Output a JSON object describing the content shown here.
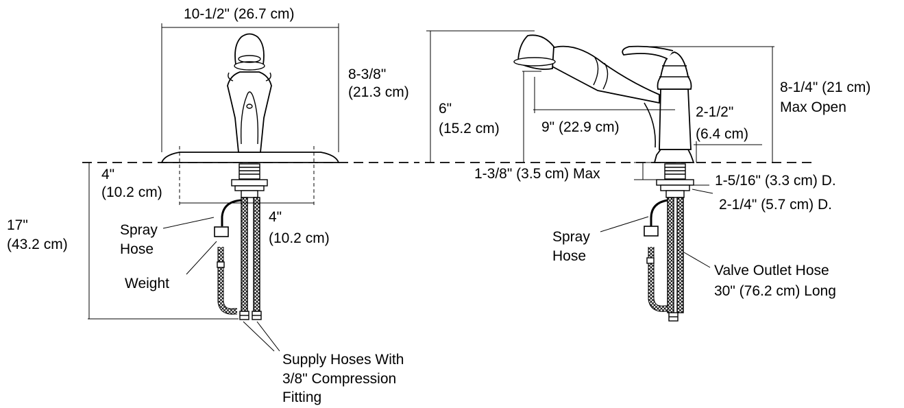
{
  "front_view": {
    "width_dim": "10-1/2\" (26.7 cm)",
    "height_dim_line1": "8-3/8\"",
    "height_dim_line2": "(21.3 cm)",
    "left_hole_dim_line1": "4\"",
    "left_hole_dim_line2": "(10.2 cm)",
    "center_hole_dim_line1": "4\"",
    "center_hole_dim_line2": "(10.2 cm)",
    "below_deck_dim_line1": "17\"",
    "below_deck_dim_line2": "(43.2 cm)",
    "spray_hose_line1": "Spray",
    "spray_hose_line2": "Hose",
    "weight_label": "Weight",
    "supply_line1": "Supply Hoses With",
    "supply_line2": "3/8\" Compression",
    "supply_line3": "Fitting"
  },
  "side_view": {
    "spout_height_line1": "6\"",
    "spout_height_line2": "(15.2 cm)",
    "reach_dim": "9\" (22.9 cm)",
    "base_height_line1": "2-1/2\"",
    "base_height_line2": "(6.4 cm)",
    "max_open_line1": "8-1/4\" (21 cm)",
    "max_open_line2": "Max Open",
    "deck_thickness": "1-3/8\" (3.5 cm) Max",
    "shank_diameter": "1-5/16\" (3.3 cm) D.",
    "base_diameter": "2-1/4\" (5.7 cm) D.",
    "spray_hose_line1": "Spray",
    "spray_hose_line2": "Hose",
    "outlet_hose_line1": "Valve Outlet Hose",
    "outlet_hose_line2": "30\" (76.2 cm) Long"
  }
}
